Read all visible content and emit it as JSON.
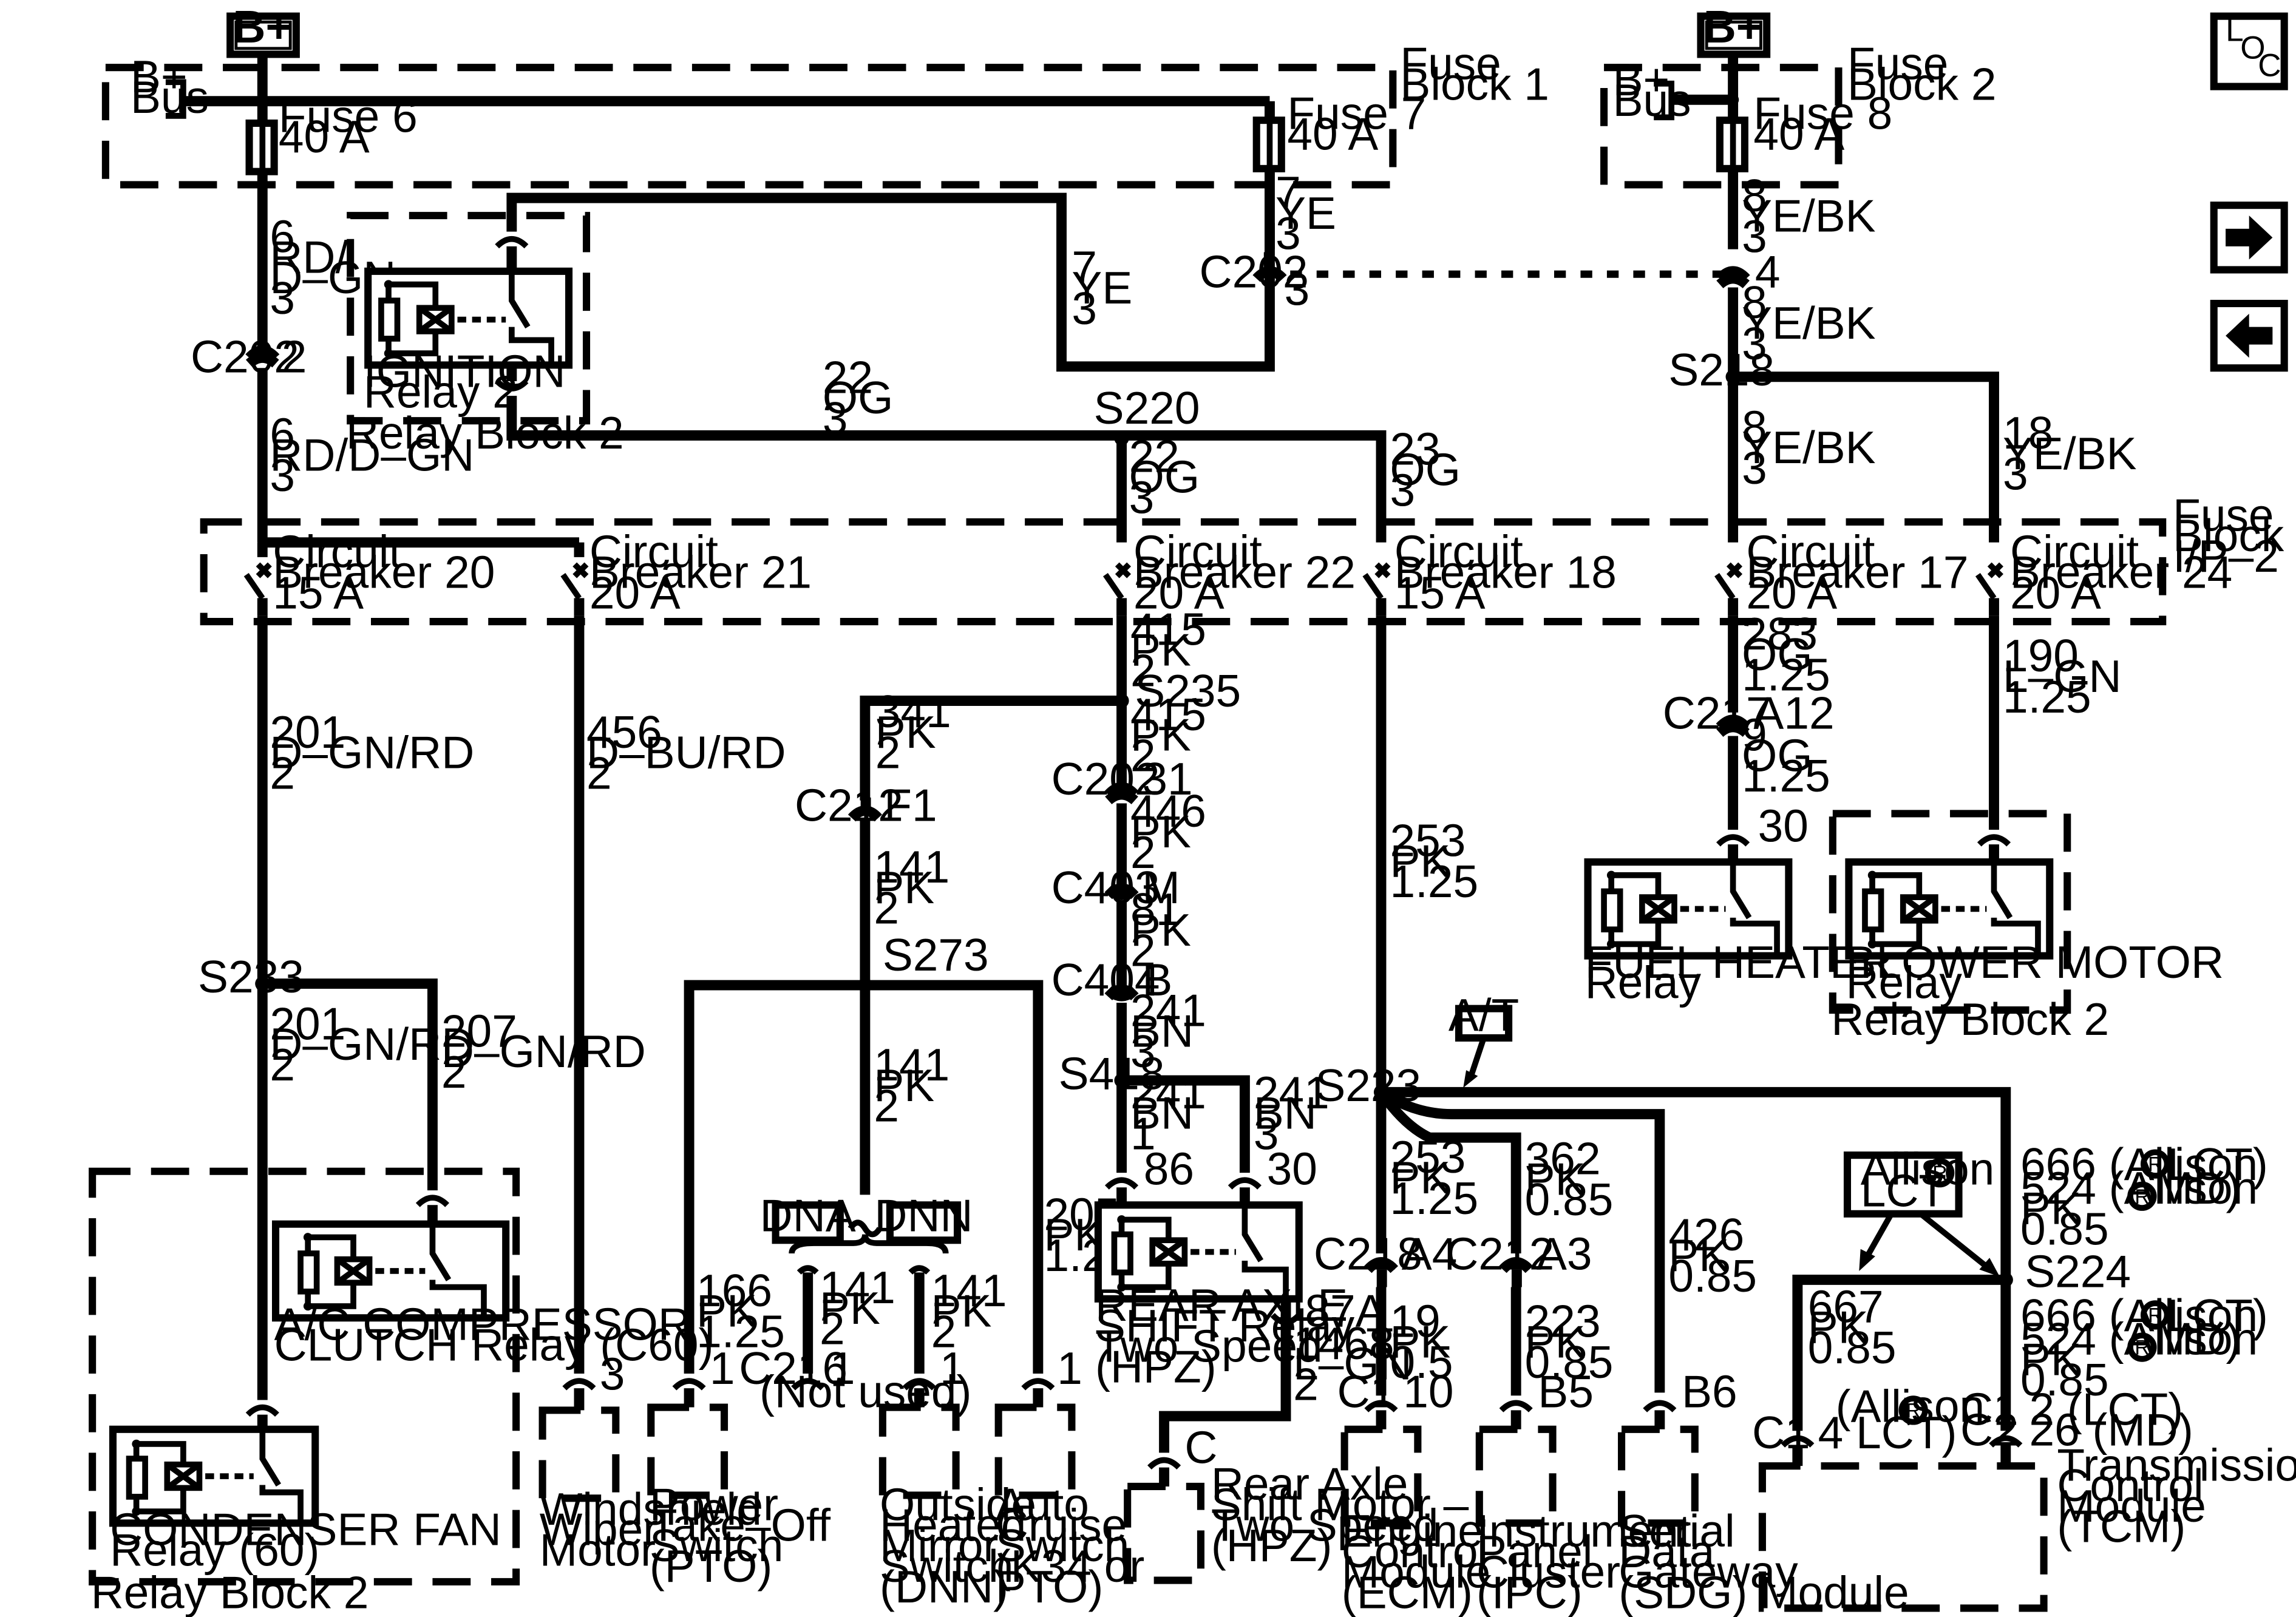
{
  "power": {
    "bplus_label": "B+"
  },
  "fuse_block_1": {
    "title_l1": "Fuse",
    "title_l2": "Block 1",
    "bus_l1": "B+",
    "bus_l2": "Bus",
    "fuse6_name": "Fuse 6",
    "fuse6_rating": "40 A",
    "fuse7_name": "Fuse 7",
    "fuse7_rating": "40 A"
  },
  "fuse_block_2": {
    "title_l1": "Fuse",
    "title_l2": "Block 2",
    "bus_l1": "B+",
    "bus_l2": "Bus",
    "fuse8_name": "Fuse 8",
    "fuse8_rating": "40 A"
  },
  "fuse_block_ip2": {
    "title_l1": "Fuse",
    "title_l2": "Block –",
    "title_l3": "I/P–2",
    "cb": [
      {
        "l1": "Circuit",
        "l2": "Breaker 20",
        "l3": "15 A"
      },
      {
        "l1": "Circuit",
        "l2": "Breaker 21",
        "l3": "20 A"
      },
      {
        "l1": "Circuit",
        "l2": "Breaker 22",
        "l3": "20 A"
      },
      {
        "l1": "Circuit",
        "l2": "Breaker 18",
        "l3": "15 A"
      },
      {
        "l1": "Circuit",
        "l2": "Breaker 17",
        "l3": "20 A"
      },
      {
        "l1": "Circuit",
        "l2": "Breaker 24",
        "l3": "20 A"
      }
    ]
  },
  "nav": {
    "loc_l": "L",
    "loc_o": "O",
    "loc_c": "C"
  },
  "wires": {
    "w6a": [
      "6",
      "RD/",
      "D–GN",
      "3"
    ],
    "w6b": [
      "6",
      "RD/D–GN",
      "3"
    ],
    "w7a": [
      "7",
      "YE",
      "3"
    ],
    "w7b": [
      "7",
      "YE",
      "3"
    ],
    "w22a": [
      "22",
      "OG",
      "3"
    ],
    "w22b": [
      "22",
      "OG",
      "3"
    ],
    "w23": [
      "23",
      "OG",
      "3"
    ],
    "w8a": [
      "8",
      "YE/BK",
      "3"
    ],
    "w8b": [
      "8",
      "YE/BK",
      "3"
    ],
    "w8c": [
      "8",
      "YE/BK",
      "3"
    ],
    "w18": [
      "18",
      "YE/BK",
      "3"
    ],
    "w201a": [
      "201",
      "D–GN/RD",
      "2"
    ],
    "w456": [
      "456",
      "D–BU/RD",
      "2"
    ],
    "w415a": [
      "415",
      "PK",
      "2"
    ],
    "w341": [
      "341",
      "PK",
      "2"
    ],
    "w415b": [
      "415",
      "PK",
      "2"
    ],
    "w446": [
      "446",
      "PK",
      "2"
    ],
    "w81": [
      "81",
      "PK",
      "2"
    ],
    "w241a": [
      "241",
      "BN",
      "3"
    ],
    "w241b": [
      "241",
      "BN",
      "1"
    ],
    "w241c": [
      "241",
      "BN",
      "3"
    ],
    "w141a": [
      "141",
      "PK",
      "2"
    ],
    "w141b": [
      "141",
      "PK",
      "2"
    ],
    "w141c": [
      "141",
      "PK",
      "2"
    ],
    "w141d": [
      "141",
      "PK",
      "2"
    ],
    "w166": [
      "166",
      "PK",
      "1.25"
    ],
    "w205": [
      "205",
      "PK",
      "1.25"
    ],
    "w253a": [
      "253",
      "PK",
      "1.25"
    ],
    "w253b": [
      "253",
      "PK",
      "1.25"
    ],
    "w283": [
      "283",
      "OG",
      "1.25"
    ],
    "w9": [
      "9",
      "OG",
      "1.25"
    ],
    "w190": [
      "190",
      "L–GN",
      "1.25"
    ],
    "w201b": [
      "201",
      "D–GN/RD",
      "2"
    ],
    "w207": [
      "207",
      "D–GN/RD",
      "2"
    ],
    "w362": [
      "362",
      "PK",
      "0.85"
    ],
    "w426": [
      "426",
      "PK",
      "0.85"
    ],
    "w19": [
      "19",
      "PK",
      "0.5"
    ],
    "w223": [
      "223",
      "PK",
      "0.85"
    ],
    "w1468": [
      "1468",
      "L–GN",
      "2"
    ],
    "w667": [
      "667",
      "PK",
      "0.85"
    ],
    "w666a": [
      "666 (Allison",
      " LCT)",
      "524 (Allison",
      "MD)",
      "PK",
      "0.85"
    ],
    "w666b": [
      "666 (Allison",
      " LCT)",
      "524 (Allison",
      "MD)",
      "PK",
      "0.85"
    ]
  },
  "connectors": {
    "c202_2": [
      "C202",
      "2"
    ],
    "c202_3": [
      "C202",
      "3"
    ],
    "c202_4": "4",
    "c212_f1": [
      "C212",
      "F1"
    ],
    "c202_31": [
      "C202",
      "31"
    ],
    "c403": [
      "C403",
      "M"
    ],
    "c404": [
      "C404",
      "B"
    ],
    "c217": [
      "C217",
      "A12"
    ],
    "c218": [
      "C218",
      "A4"
    ],
    "c212_a3": [
      "C212",
      "A3"
    ],
    "c216": [
      "C216",
      "1",
      "(Not used)"
    ]
  },
  "splices": {
    "s220": "S220",
    "s218": "S218",
    "s235": "S235",
    "s233": "S233",
    "s273": "S273",
    "s418": "S418",
    "s223": "S223",
    "s224": "S224"
  },
  "pins": {
    "p86": "86",
    "p30a": "30",
    "p87a": "87A",
    "pc": "C",
    "p30b": "30",
    "p3": "3",
    "p1a": "1",
    "p1b": "1",
    "p1c": "1",
    "p10": "10",
    "p10c": "C1",
    "pb5": "B5",
    "pb6": "B6",
    "tcm_c1": "C1",
    "tcm_c1b": "C1",
    "tcm_c2": "C2",
    "tcm_4": "4 LCT)",
    "tcm_allison": "(Allison",
    "tcm_2": "2 (LCT)",
    "tcm_26": "26 (MD)"
  },
  "components": {
    "ignition_relay": [
      "IGNITION",
      "Relay 2"
    ],
    "relay_block_2a": "Relay Block 2",
    "ac_relay": [
      "A/C COMPRESSOR",
      "CLUTCH Relay (C60)"
    ],
    "condenser_relay": [
      "CONDENSER FAN",
      "Relay (60)"
    ],
    "relay_block_2b": "Relay Block 2",
    "wiper": [
      "Windshield",
      "Wiper",
      "Motor"
    ],
    "pto": [
      "Power",
      "Take–Off",
      "Switch",
      "(PTO)"
    ],
    "mirror": [
      "Outside",
      "Heated",
      "Mirror",
      "Switch",
      "(DNN)"
    ],
    "cruise": [
      "Auto",
      "Cruise",
      "Switch",
      "(K34 or",
      "PTO)"
    ],
    "rear_relay": [
      "REAR AXLE",
      "SHIFT Relay –",
      "Two Speed",
      "(HPZ)"
    ],
    "rear_motor": [
      "Rear Axle",
      "Shift Motor –",
      "Two Speed",
      "(HPZ)"
    ],
    "ecm": [
      "Engine",
      "Control",
      "Module",
      "(ECM)"
    ],
    "ipc": [
      "Instrument",
      "Panel",
      "Cluster",
      "(IPC)"
    ],
    "sdg": [
      "Serial",
      "Data",
      "Gateway",
      "(SDG) Module"
    ],
    "tcm": [
      "Transmission",
      "Control",
      "Module",
      "(TCM)"
    ],
    "fuel_relay": [
      "FUEL HEATER",
      "Relay"
    ],
    "blower_relay": [
      "BLOWER MOTOR",
      "Relay"
    ],
    "relay_block_2c": "Relay Block 2"
  },
  "options": {
    "dna": "DNA",
    "dnn": "DNN",
    "at": "A/T",
    "allison_l1": "Allison",
    "allison_l2": "LCT",
    "registered": "R"
  }
}
